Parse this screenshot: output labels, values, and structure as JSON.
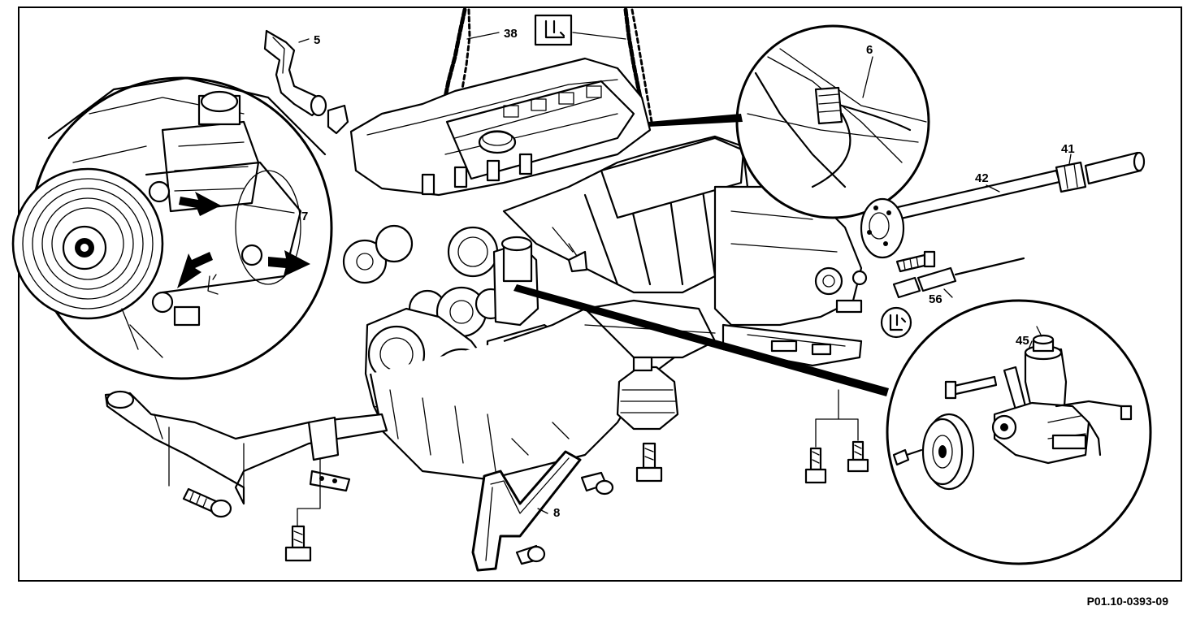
{
  "callouts": {
    "c5": "5",
    "c38": "38",
    "c6": "6",
    "c41": "41",
    "c42": "42",
    "c7": "7",
    "c56": "56",
    "c45": "45",
    "c8": "8"
  },
  "figure_id": "P01.10-0393-09",
  "colors": {
    "ink": "#000000",
    "paper": "#ffffff"
  },
  "icons": {
    "tool_symbol": "special-tool-symbol",
    "torque_symbol": "torque-wrench-symbol"
  }
}
